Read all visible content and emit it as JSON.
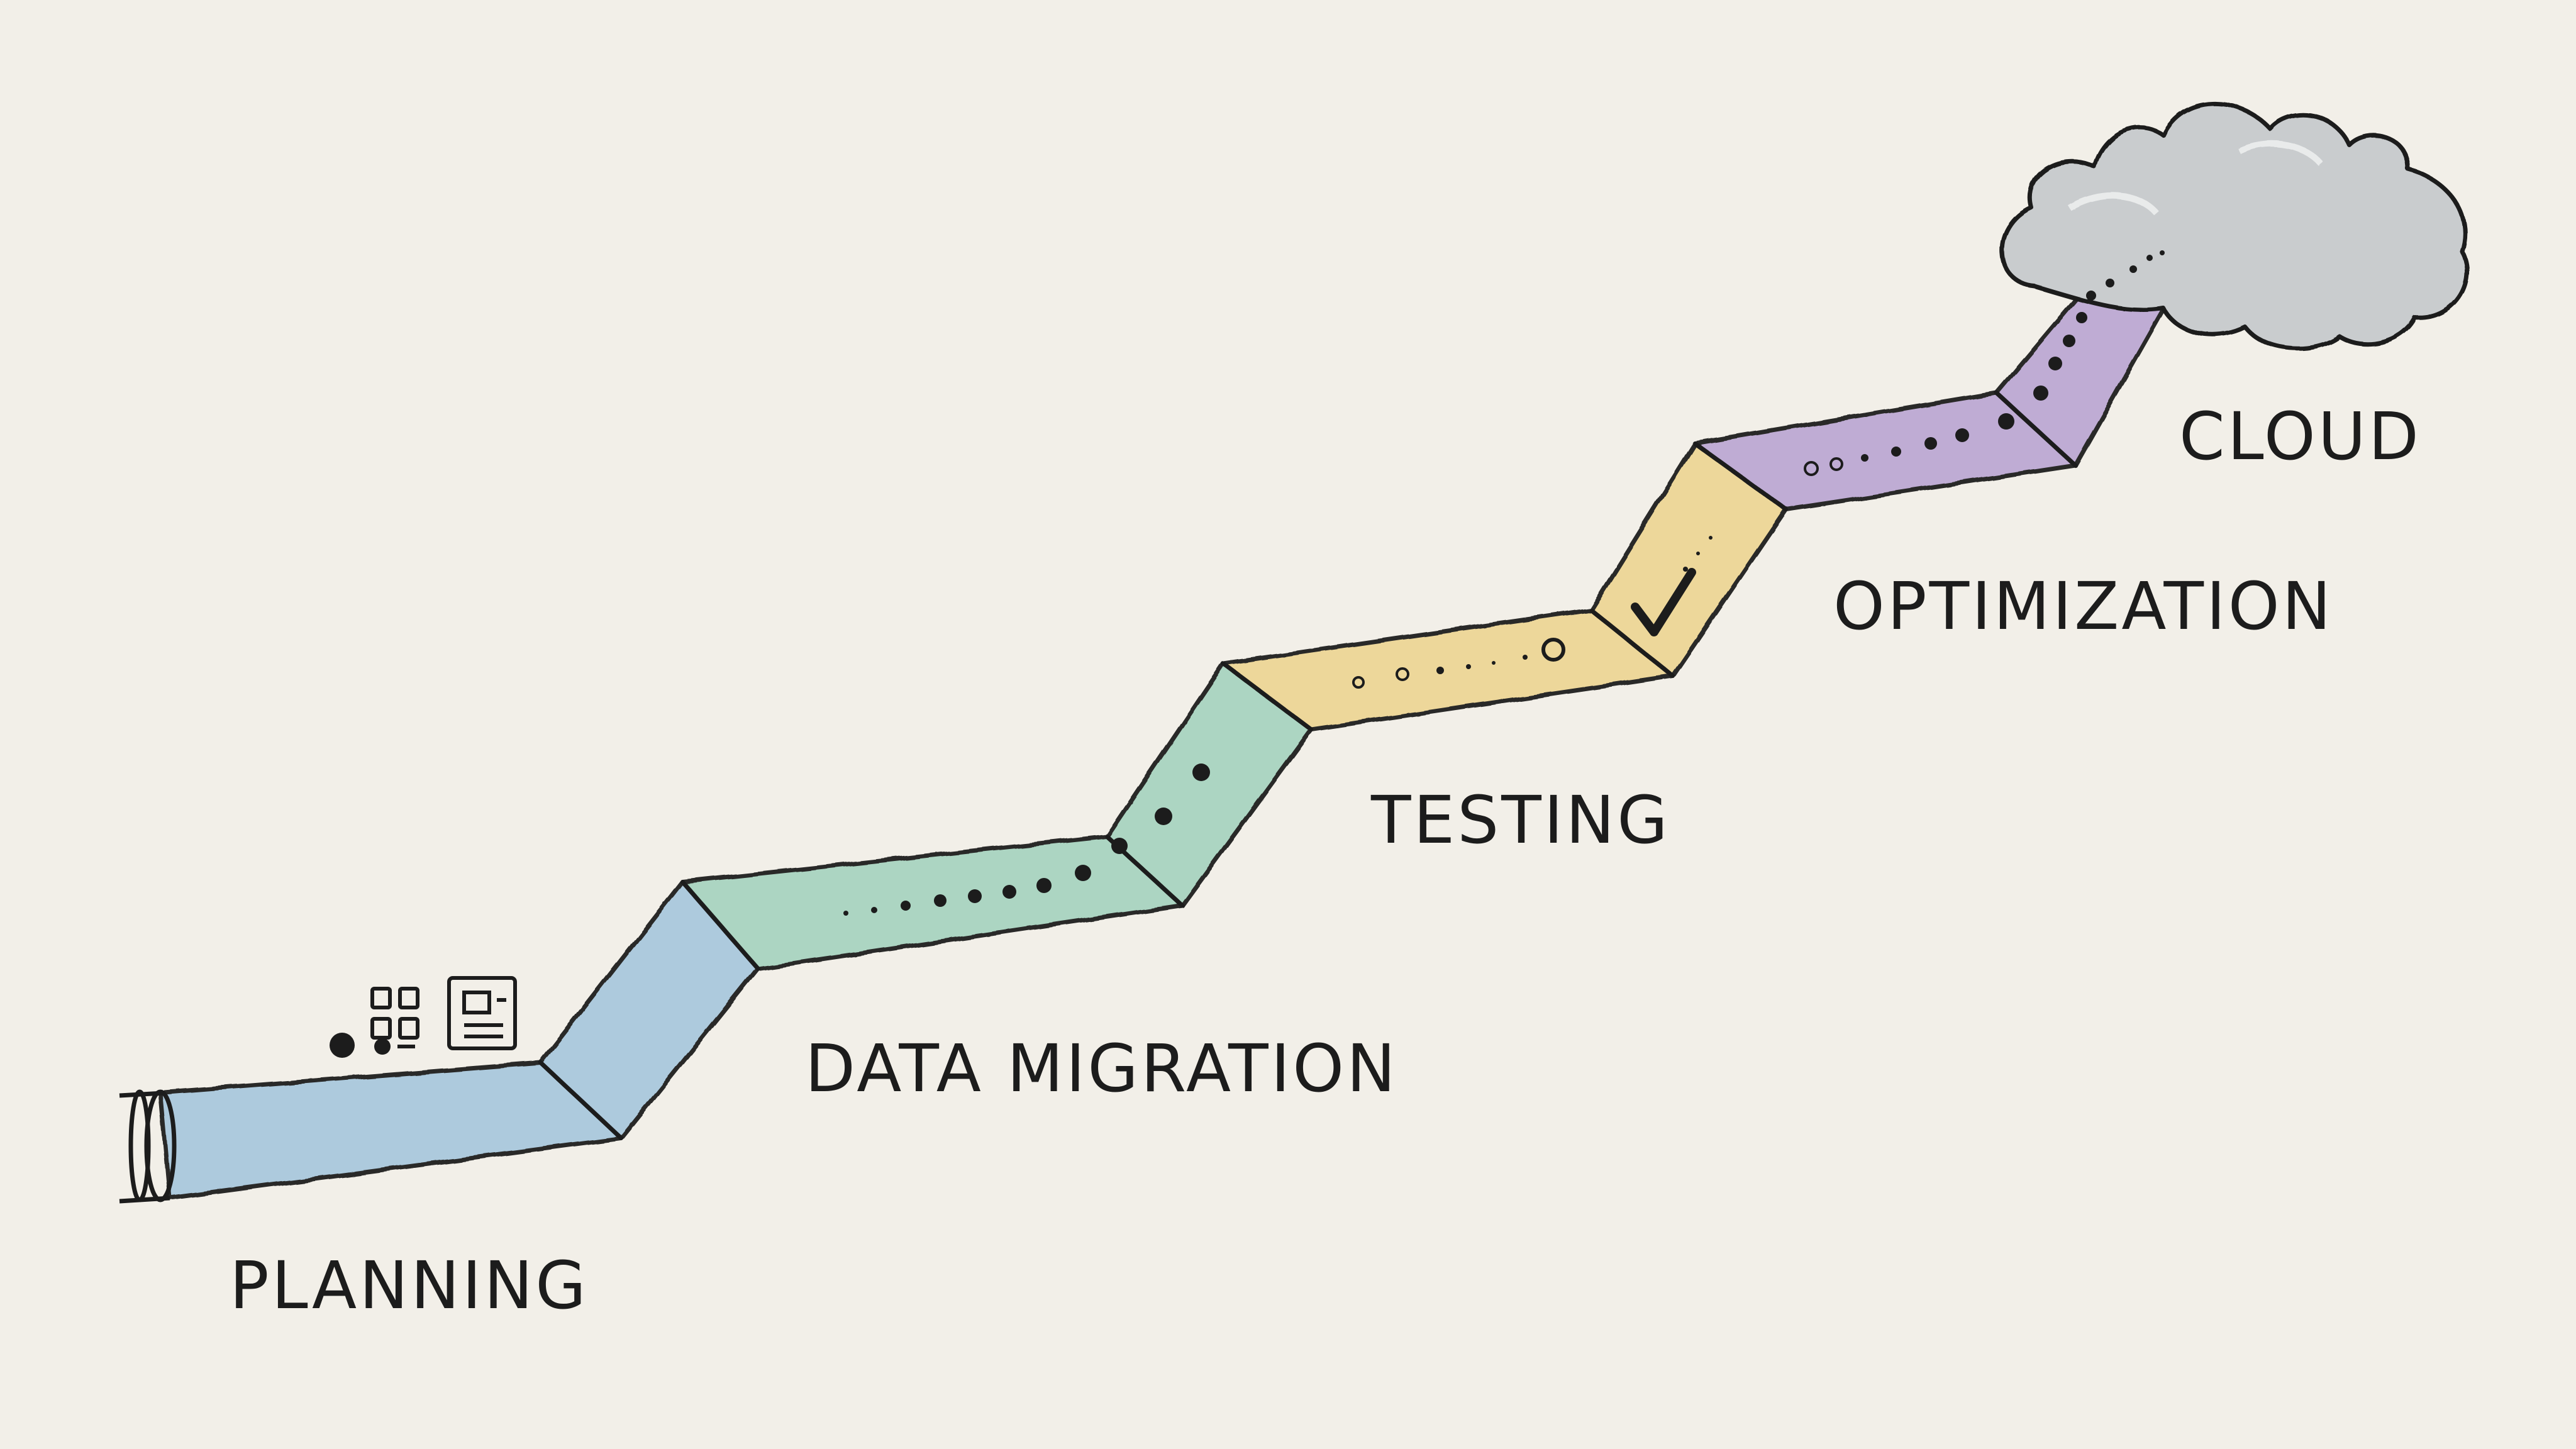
{
  "stages": [
    {
      "id": "planning",
      "label": "PLANNING",
      "color": "#a9c8dd"
    },
    {
      "id": "data-migration",
      "label": "DATA MIGRATION",
      "color": "#a8d3c0"
    },
    {
      "id": "testing",
      "label": "TESTING",
      "color": "#ecd596"
    },
    {
      "id": "optimization",
      "label": "OPTIMIZATION",
      "color": "#ecd596"
    },
    {
      "id": "cloud",
      "label": "CLOUD",
      "color": "#bca8d3"
    }
  ],
  "cloud_color": "#c9ccce",
  "ink_color": "#1c1c1c",
  "icons": [
    "dashboard-icon",
    "dots-icon",
    "checkmark-icon",
    "cloud-icon"
  ]
}
